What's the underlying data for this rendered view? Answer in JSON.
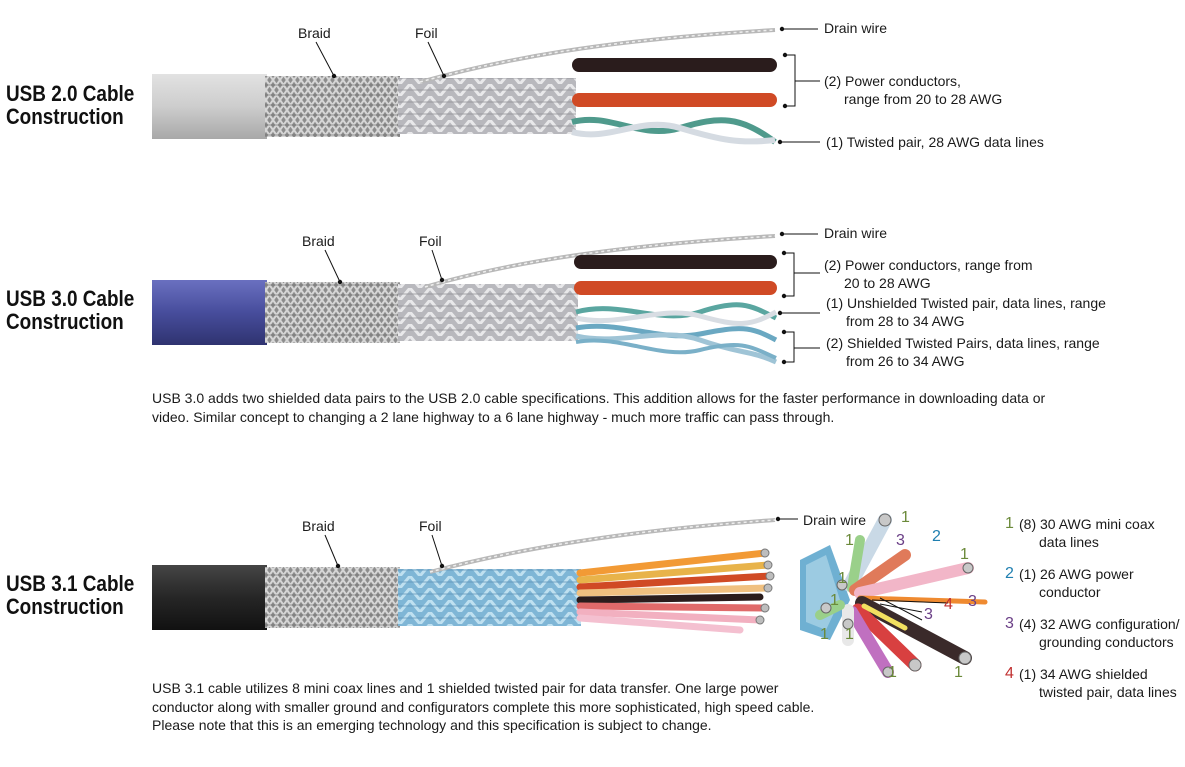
{
  "usb20": {
    "heading_line1": "USB 2.0 Cable",
    "heading_line2": "Construction",
    "braid": "Braid",
    "foil": "Foil",
    "drain": "Drain wire",
    "power_line1": "(2) Power conductors,",
    "power_line2": "range from 20 to 28 AWG",
    "twisted": "(1) Twisted pair, 28 AWG data lines"
  },
  "usb30": {
    "heading_line1": "USB 3.0 Cable",
    "heading_line2": "Construction",
    "braid": "Braid",
    "foil": "Foil",
    "drain": "Drain wire",
    "power_line1": "(2) Power conductors, range from",
    "power_line2": "20 to 28 AWG",
    "unshielded_line1": "(1) Unshielded Twisted pair, data lines, range",
    "unshielded_line2": "from 28 to 34 AWG",
    "shielded_line1": "(2) Shielded Twisted Pairs, data lines, range",
    "shielded_line2": "from 26 to 34 AWG",
    "description": "USB 3.0 adds two shielded data pairs to the USB 2.0 cable specifications. This addition allows for the faster performance in downloading data or video. Similar concept to changing a 2 lane highway to a 6 lane highway - much more traffic can pass through."
  },
  "usb31": {
    "heading_line1": "USB 3.1 Cable",
    "heading_line2": "Construction",
    "braid": "Braid",
    "foil": "Foil",
    "drain": "Drain wire",
    "description": "USB 3.1 cable utilizes 8 mini coax lines and 1 shielded twisted pair for data transfer. One large power conductor along with smaller ground and configurators complete this more sophisticated, high speed cable. Please note that this is an emerging technology and this specification is subject to change.",
    "legend": [
      {
        "num": "1",
        "color": "#6b8a3a",
        "line1": "(8) 30 AWG mini coax",
        "line2": "data lines"
      },
      {
        "num": "2",
        "color": "#1f7fb0",
        "line1": "(1) 26 AWG power",
        "line2": "conductor"
      },
      {
        "num": "3",
        "color": "#6a3e86",
        "line1": "(4) 32 AWG configuration/",
        "line2": "grounding conductors"
      },
      {
        "num": "4",
        "color": "#c03030",
        "line1": "(1) 34 AWG shielded",
        "line2": "twisted pair, data lines"
      }
    ],
    "callouts": [
      "1",
      "1",
      "3",
      "2",
      "1",
      "1",
      "1",
      "4",
      "3",
      "3",
      "1",
      "1",
      "1",
      "1"
    ]
  },
  "colors": {
    "usb20_jacket": "#c9c9c9",
    "usb30_jacket": "#4a4f9e",
    "usb31_jacket": "#2a2a2a",
    "braid": "#9a9a9a",
    "foil": "#c8c8cc",
    "foil_blue": "#8fc1dc"
  }
}
